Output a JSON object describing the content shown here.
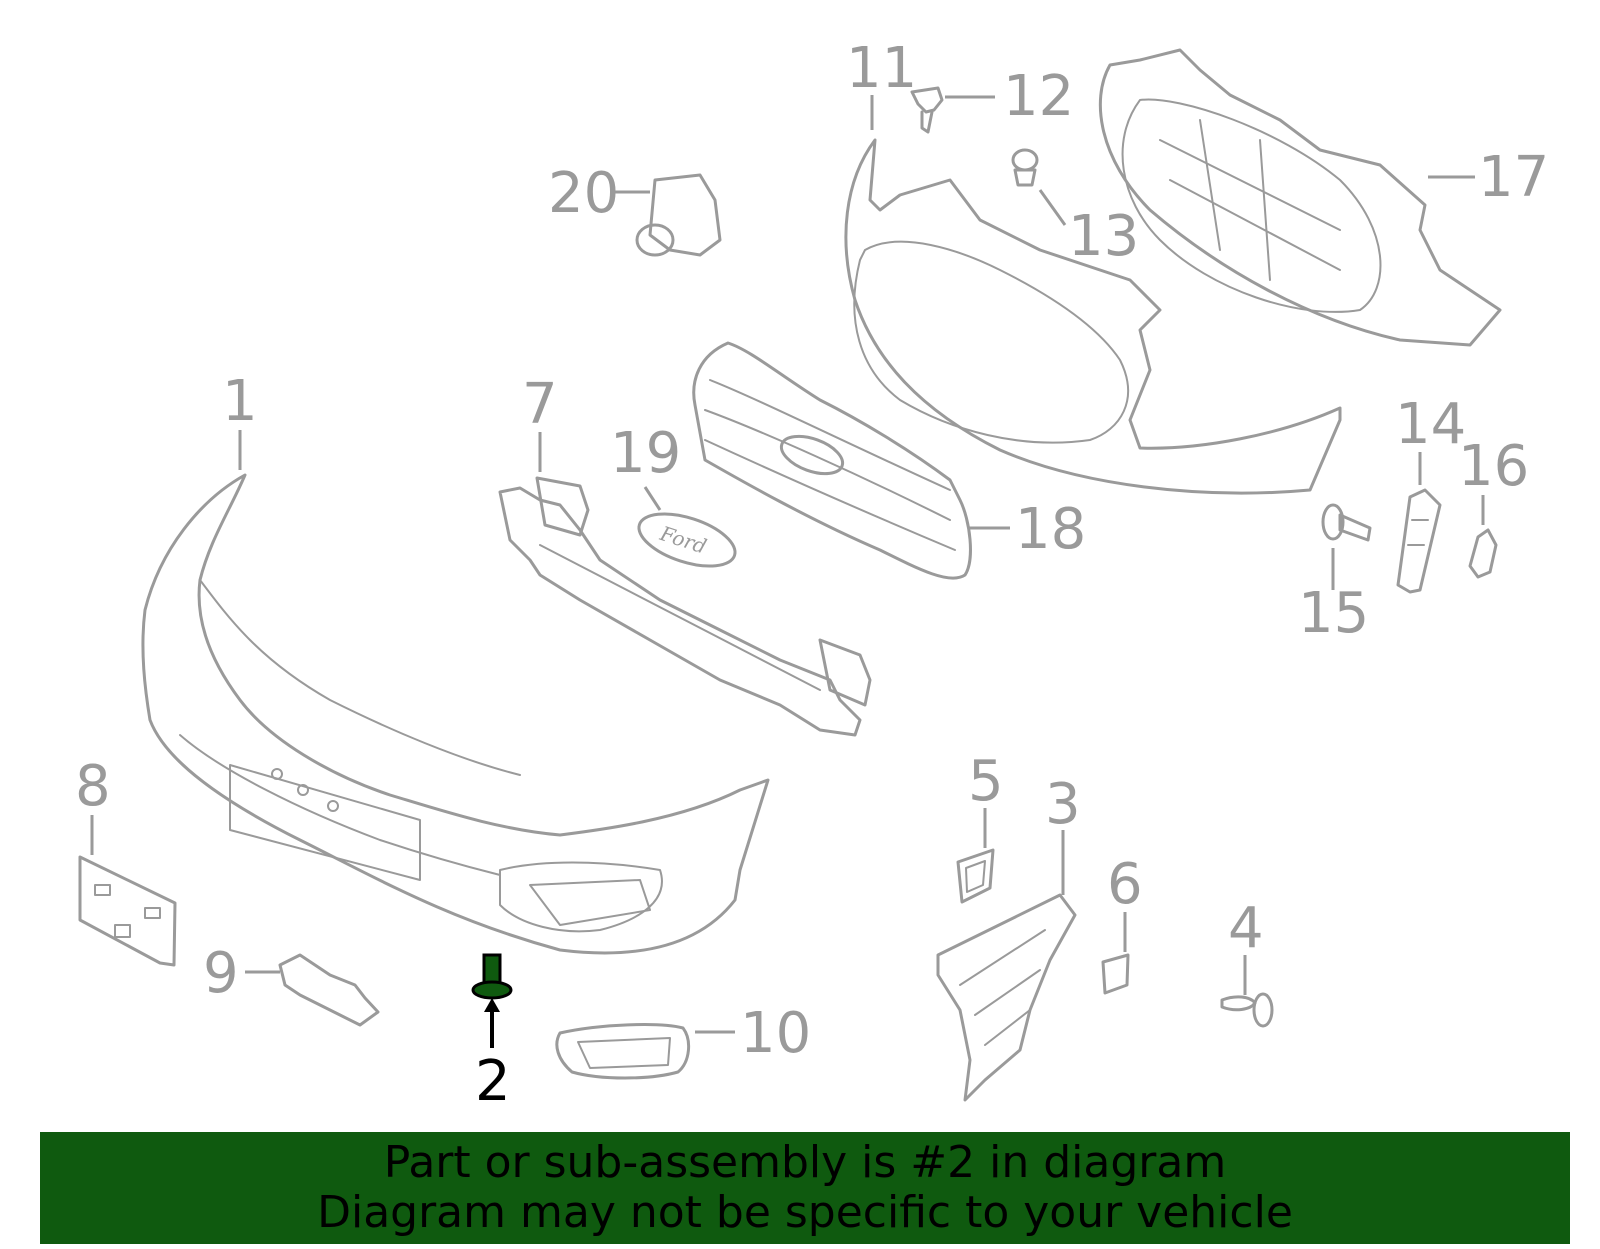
{
  "callouts": [
    {
      "id": "1",
      "label": "1"
    },
    {
      "id": "2",
      "label": "2"
    },
    {
      "id": "3",
      "label": "3"
    },
    {
      "id": "4",
      "label": "4"
    },
    {
      "id": "5",
      "label": "5"
    },
    {
      "id": "6",
      "label": "6"
    },
    {
      "id": "7",
      "label": "7"
    },
    {
      "id": "8",
      "label": "8"
    },
    {
      "id": "9",
      "label": "9"
    },
    {
      "id": "10",
      "label": "10"
    },
    {
      "id": "11",
      "label": "11"
    },
    {
      "id": "12",
      "label": "12"
    },
    {
      "id": "13",
      "label": "13"
    },
    {
      "id": "14",
      "label": "14"
    },
    {
      "id": "15",
      "label": "15"
    },
    {
      "id": "16",
      "label": "16"
    },
    {
      "id": "17",
      "label": "17"
    },
    {
      "id": "18",
      "label": "18"
    },
    {
      "id": "19",
      "label": "19"
    },
    {
      "id": "20",
      "label": "20"
    }
  ],
  "highlighted_part": "2",
  "emblem_text": "Ford",
  "banner": {
    "line1": "Part or sub-assembly is #2 in diagram",
    "line2": "Diagram may not be specific to your vehicle"
  },
  "colors": {
    "part_outline": "#9a9a9a",
    "highlight_fill": "#0f5a0f",
    "banner_bg": "#0f5a0f",
    "highlight_text": "#000000"
  }
}
